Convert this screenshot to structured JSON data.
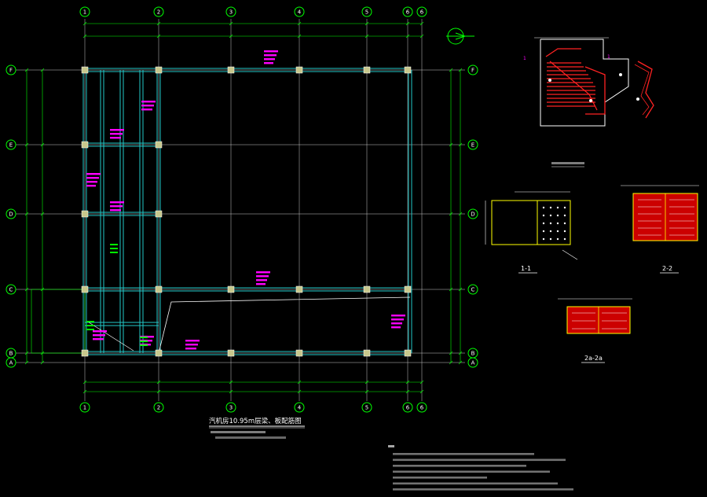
{
  "colors": {
    "background": "#000000",
    "grid": "#00ff00",
    "axis_line": "#c8c8c8",
    "beam": "#22c8c8",
    "column_fill": "#c8c88c",
    "annotation": "#ff00ff",
    "section_outline": "#ffff00",
    "rebar": "#ff2222",
    "text": "#ffffff"
  },
  "grid_labels": {
    "top": [
      "1",
      "2",
      "3",
      "4",
      "5",
      "6",
      "6"
    ],
    "bottom": [
      "1",
      "2",
      "3",
      "4",
      "5",
      "6",
      "6"
    ],
    "left": [
      "F",
      "E",
      "D",
      "C",
      "B",
      "A"
    ],
    "right": [
      "F",
      "E",
      "D",
      "C",
      "B",
      "A"
    ]
  },
  "main_plan": {
    "title": "汽机房10.95m层梁、板配筋图"
  },
  "sections": {
    "s11_label": "1-1",
    "s22_label": "2-2",
    "s2a_label": "2a-2a"
  }
}
